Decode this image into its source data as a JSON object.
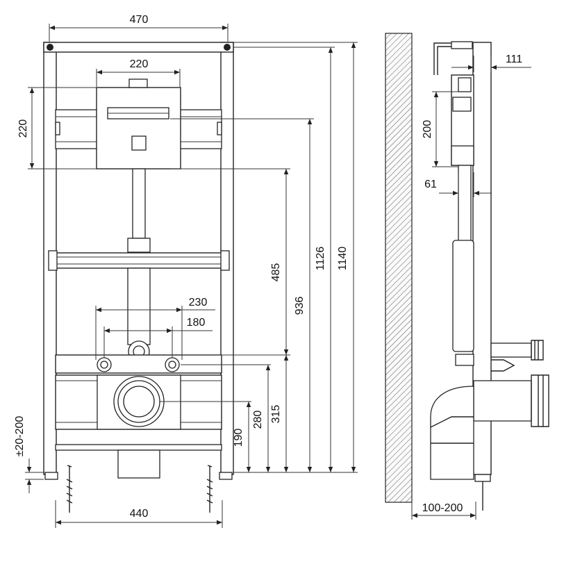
{
  "front_view": {
    "dimensions": {
      "overall_width": "470",
      "cistern_width": "220",
      "cistern_height": "220",
      "waste_spacing_outer": "230",
      "waste_spacing_inner": "180",
      "height_total": "1140",
      "height_1126": "1126",
      "height_936": "936",
      "height_485": "485",
      "height_315": "315",
      "height_280": "280",
      "height_190": "190",
      "foot_adjustment": "±20-200",
      "feet_spacing": "440"
    }
  },
  "side_view": {
    "dimensions": {
      "depth_111": "111",
      "cistern_depth": "200",
      "depth_61": "61",
      "wall_distance": "100-200"
    }
  }
}
